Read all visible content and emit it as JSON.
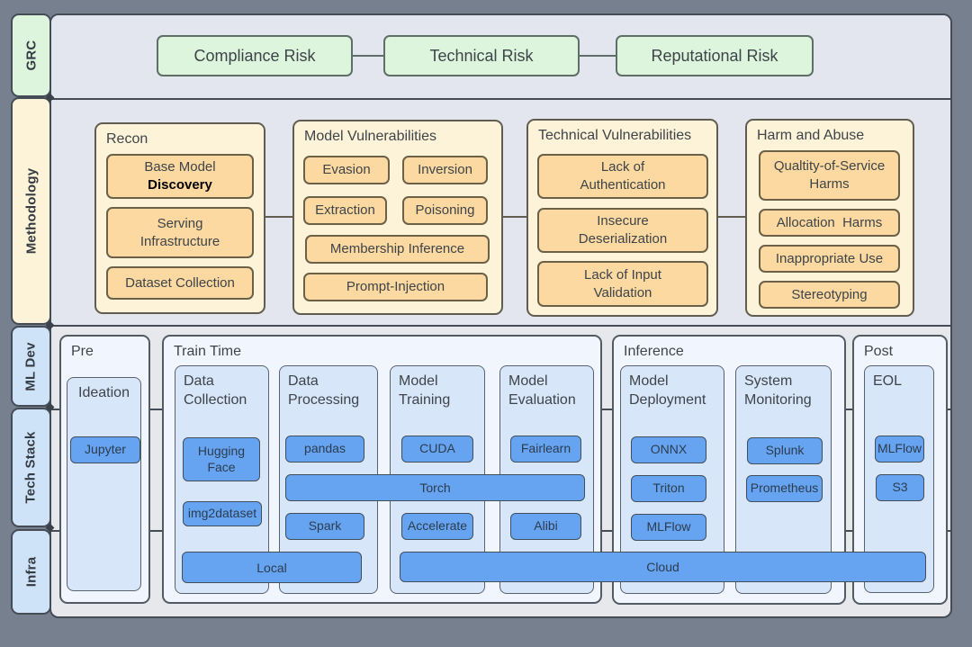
{
  "diagram": {
    "sidebar": {
      "grc": "GRC",
      "methodology": "Methodology",
      "ml_dev": "ML Dev",
      "tech_stack": "Tech Stack",
      "infra": "Infra"
    },
    "grc_row": {
      "compliance": "Compliance Risk",
      "technical": "Technical Risk",
      "reputational": "Reputational Risk"
    },
    "methodology": {
      "recon": {
        "title": "Recon",
        "base_model_line1": "Base Model",
        "base_model_line2": "Discovery",
        "serving": "Serving Infrastructure",
        "dataset": "Dataset Collection"
      },
      "model_vulnerabilities": {
        "title": "Model Vulnerabilities",
        "evasion": "Evasion",
        "inversion": "Inversion",
        "extraction": "Extraction",
        "poisoning": "Poisoning",
        "membership_inference": "Membership Inference",
        "prompt_injection": "Prompt-Injection"
      },
      "technical_vulnerabilities": {
        "title": "Technical Vulnerabilities",
        "lack_auth": "Lack of Authentication",
        "insecure_deser": "Insecure Deserialization",
        "lack_input": "Lack of Input Validation"
      },
      "harm_abuse": {
        "title": "Harm and Abuse",
        "qos": "Qualtity-of-Service Harms",
        "allocation": "Allocation  Harms",
        "inappropriate": "Inappropriate Use",
        "stereotyping": "Stereotyping"
      }
    },
    "lifecycle": {
      "pre": {
        "title": "Pre",
        "ideation": "Ideation",
        "jupyter": "Jupyter"
      },
      "train_time": {
        "title": "Train Time",
        "data_collection": {
          "title": "Data Collection",
          "hugging_face": "Hugging Face",
          "img2dataset": "img2dataset"
        },
        "data_processing": {
          "title": "Data Processing",
          "pandas": "pandas",
          "spark": "Spark"
        },
        "model_training": {
          "title": "Model Training",
          "cuda": "CUDA",
          "accelerate": "Accelerate"
        },
        "model_evaluation": {
          "title": "Model Evaluation",
          "fairlearn": "Fairlearn",
          "alibi": "Alibi"
        }
      },
      "inference": {
        "title": "Inference",
        "model_deployment": {
          "title": "Model Deployment",
          "onnx": "ONNX",
          "triton": "Triton",
          "mlflow": "MLFlow"
        },
        "system_monitoring": {
          "title": "System Monitoring",
          "splunk": "Splunk",
          "prometheus": "Prometheus"
        }
      },
      "post": {
        "title": "Post",
        "eol": "EOL",
        "mlflow": "MLFlow",
        "s3": "S3"
      }
    },
    "bars": {
      "torch": "Torch",
      "local": "Local",
      "cloud": "Cloud"
    },
    "colors": {
      "background": "#76808f",
      "band": "#e3e5ef",
      "green_fill": "#dcf5dc",
      "cream_fill": "#fdf3d8",
      "orange_chip": "#fbd9a1",
      "light_blue_group": "#f1f6fe",
      "column_blue": "#d8e6fa",
      "chip_blue": "#66a4f2"
    }
  }
}
